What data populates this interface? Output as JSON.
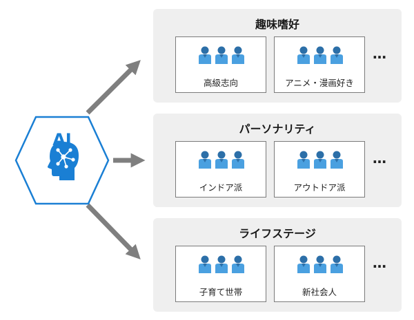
{
  "ai": {
    "label": "AI"
  },
  "colors": {
    "ai_blue": "#1a7fd4",
    "person_blue": "#4aa0e0",
    "person_dark": "#2c6fa8",
    "arrow_gray": "#7f7f7f",
    "panel_bg": "#efefef"
  },
  "icons": {
    "hub": "brain-head-icon",
    "person": "person-icon",
    "arrow": "arrow-icon"
  },
  "panels": [
    {
      "title": "趣味嗜好",
      "cards": [
        "高級志向",
        "アニメ・漫画好き"
      ],
      "more": "…"
    },
    {
      "title": "パーソナリティ",
      "cards": [
        "インドア派",
        "アウトドア派"
      ],
      "more": "…"
    },
    {
      "title": "ライフステージ",
      "cards": [
        "子育て世帯",
        "新社会人"
      ],
      "more": "…"
    }
  ]
}
